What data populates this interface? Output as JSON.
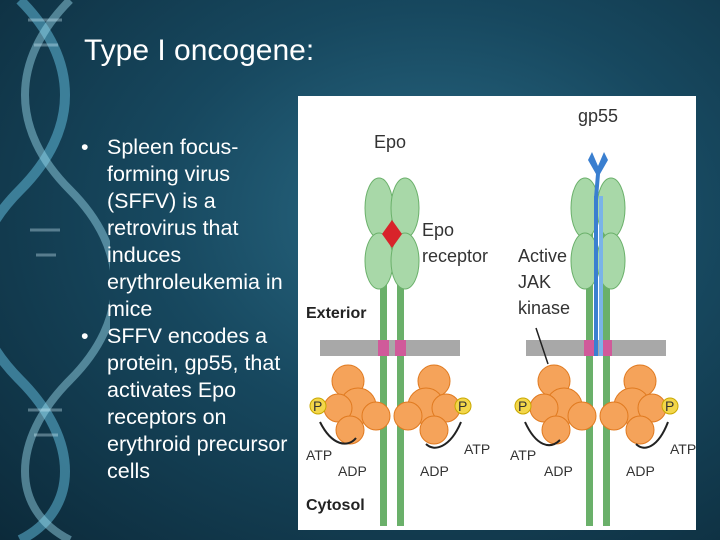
{
  "slide": {
    "title": "Type I oncogene:",
    "bullets": [
      "Spleen focus-forming virus (SFFV) is a retrovirus that induces erythroleukemia in mice",
      "SFFV encodes a protein, gp55, that activates Epo receptors on erythroid precursor cells"
    ]
  },
  "figure": {
    "labels": {
      "epo": "Epo",
      "epo_receptor_1": "Epo",
      "epo_receptor_2": "receptor",
      "exterior": "Exterior",
      "cytosol": "Cytosol",
      "gp55": "gp55",
      "active": "Active",
      "jak": "JAK",
      "kinase": "kinase",
      "p": "P",
      "atp": "ATP",
      "adp": "ADP"
    },
    "colors": {
      "receptor_green": "#a8d8a8",
      "stalk_green": "#6ab06a",
      "jak_orange": "#f5a35a",
      "gp55_blue": "#3a7fd0",
      "membrane_gray": "#a8a8a8",
      "epo_red": "#d8232a",
      "phosphate_yellow": "#f3d64a"
    }
  }
}
